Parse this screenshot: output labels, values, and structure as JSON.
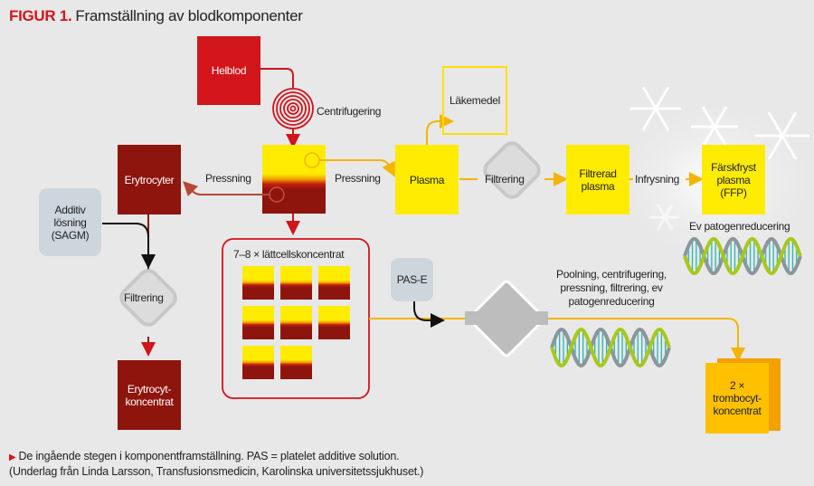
{
  "title": {
    "prefix": "FIGUR 1.",
    "text": "Framställning av blodkomponenter"
  },
  "nodes": {
    "helblod": "Helblod",
    "centrifugering": "Centrifugering",
    "erytrocyter": "Erytrocyter",
    "pressning_left": "Pressning",
    "pressning_right": "Pressning",
    "plasma": "Plasma",
    "lakemedel": "Läkemedel",
    "filtrering_plasma": "Filtrering",
    "filtrerad_plasma": "Filtrerad plasma",
    "infrysning": "Infrysning",
    "ffp": "Färskfryst plasma (FFP)",
    "ev_patogen_ffp": "Ev patogenreducering",
    "additiv": "Additiv lösning (SAGM)",
    "filtrering_ery": "Filtrering",
    "erytrocytkoncentrat": "Erytrocyt-koncentrat",
    "lattcell_label": "7–8 × lättcellskoncentrat",
    "pas_e": "PAS-E",
    "pooling_text": "Poolning, centrifugering, pressning, filtrering, ev patogenreducering",
    "trombocyt_count": "2 ×",
    "trombocyt": "trombocyt-koncentrat"
  },
  "icons": [
    "spiral-centrifuge-icon",
    "dna-helix-icon",
    "snowflake-icon",
    "filter-diamond-icon"
  ],
  "lattcell_units": 8,
  "caption": {
    "line1": "De ingående stegen i komponentframställning. PAS = platelet additive solution.",
    "line2": "(Underlag från Linda Larsson, Transfusionsmedicin, Karolinska universitetssjukhuset.)"
  },
  "colors": {
    "red": "#d2141b",
    "dark_red": "#8e140e",
    "yellow": "#ffec00",
    "orange": "#ffc000",
    "grey_box": "#cdd6dd",
    "accent": "#d2161c"
  }
}
